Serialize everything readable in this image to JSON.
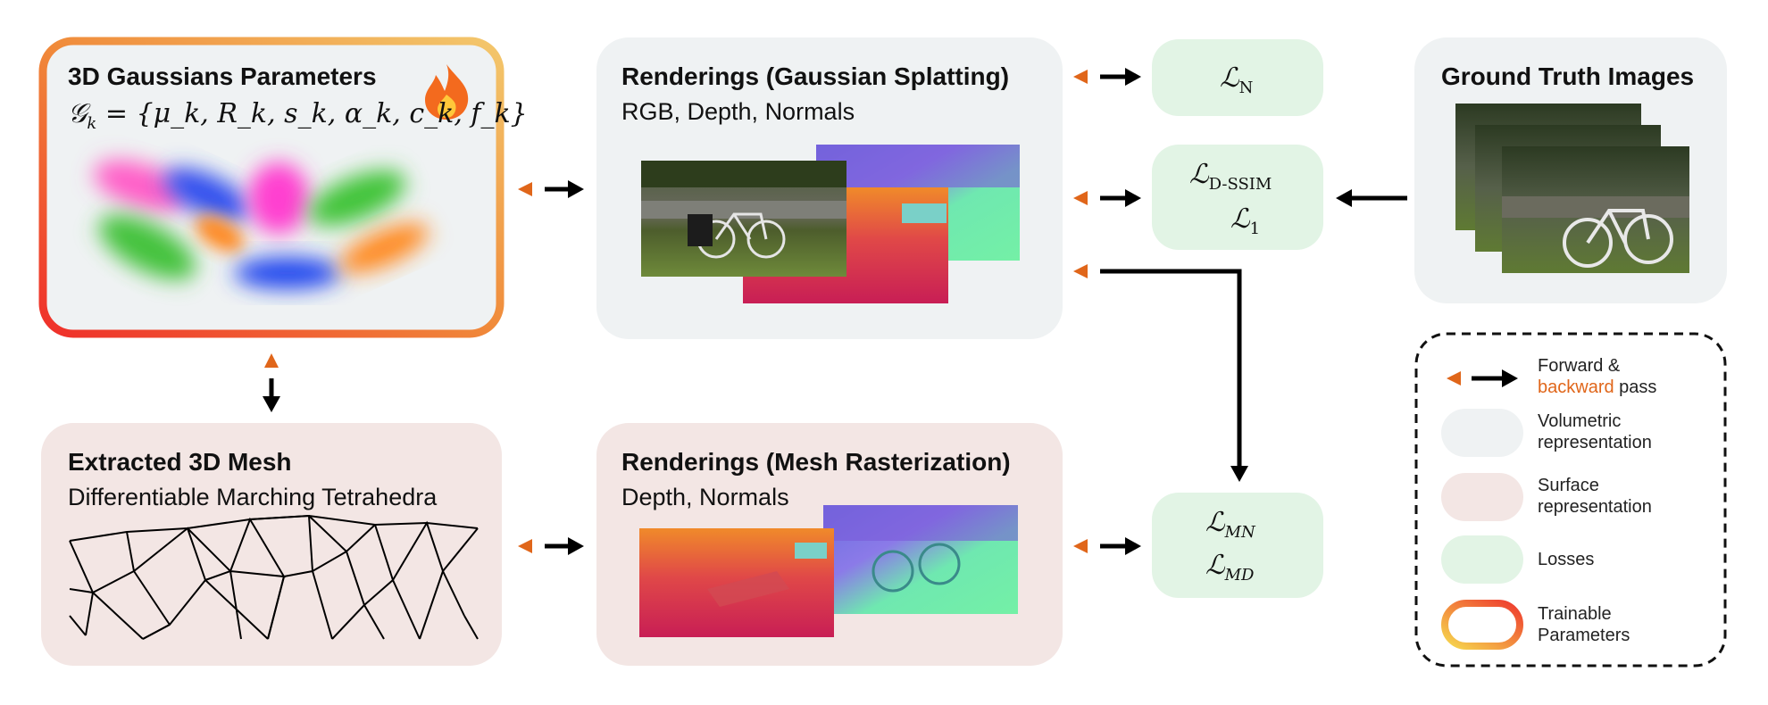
{
  "gaussians": {
    "title": "3D Gaussians Parameters",
    "formula_lhs": "𝒢",
    "formula_sub": "k",
    "formula_rhs": " = {μ_k, R_k, s_k, α_k, c_k, f_k}",
    "fire_icon": "fire-icon"
  },
  "render_gs": {
    "title": "Renderings (Gaussian Splatting)",
    "subtitle": "RGB, Depth, Normals"
  },
  "mesh": {
    "title": "Extracted 3D Mesh",
    "subtitle": "Differentiable Marching Tetrahedra"
  },
  "render_mesh": {
    "title": "Renderings (Mesh Rasterization)",
    "subtitle": "Depth, Normals"
  },
  "ground_truth": {
    "title": "Ground Truth Images"
  },
  "losses": {
    "ln": "ℒ",
    "ln_sub": "N",
    "ldssim": "ℒ",
    "ldssim_sub": "D-SSIM",
    "l1": "ℒ",
    "l1_sub": "1",
    "lmn": "ℒ",
    "lmn_sub": "MN",
    "lmd": "ℒ",
    "lmd_sub": "MD"
  },
  "legend": {
    "forward_line1": "Forward &",
    "forward_line2_accent": "backward",
    "forward_line2_rest": " pass",
    "volumetric": "Volumetric representation",
    "surface": "Surface representation",
    "losses": "Losses",
    "trainable": "Trainable Parameters"
  },
  "colors": {
    "volumetric": "#eff2f3",
    "surface": "#f3e6e4",
    "losses": "#e2f4e5",
    "backward_arrow": "#e0661a",
    "trainable_gradient_start": "#ef3b2c",
    "trainable_gradient_end": "#f2c26b"
  }
}
